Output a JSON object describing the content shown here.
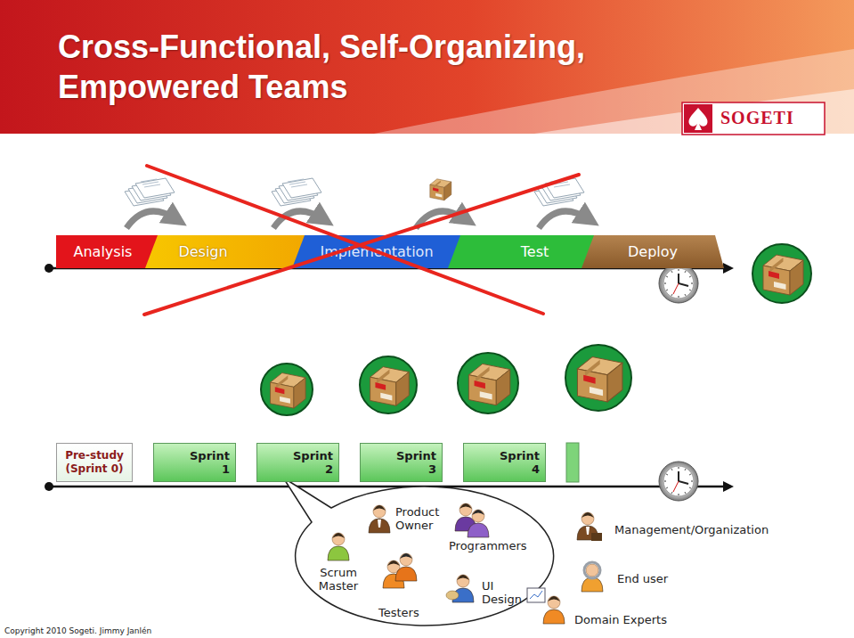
{
  "diagram": {
    "title": "Cross-Functional, Self-Organizing, Empowered Teams",
    "nodes": [
      {
        "text": [
          "Analysis"
        ]
      },
      {
        "text": [
          "Design"
        ]
      },
      {
        "text": [
          "Implementation"
        ]
      },
      {
        "text": [
          "Test"
        ]
      },
      {
        "text": [
          "Deploy"
        ]
      },
      {
        "text": [
          "Pre-study (Sprint 0)"
        ]
      },
      {
        "text": [
          "Sprint 1"
        ]
      },
      {
        "text": [
          "Sprint 2"
        ]
      },
      {
        "text": [
          "Sprint 3"
        ]
      },
      {
        "text": [
          "Sprint 4"
        ]
      }
    ],
    "labels": [
      "SOGETI",
      "Product Owner",
      "Programmers",
      "Management/Organization",
      "Scrum Master",
      "UI Design",
      "End user",
      "Testers",
      "Domain Experts",
      "Copyright 2010 Sogeti. Jimmy Janlén"
    ]
  }
}
